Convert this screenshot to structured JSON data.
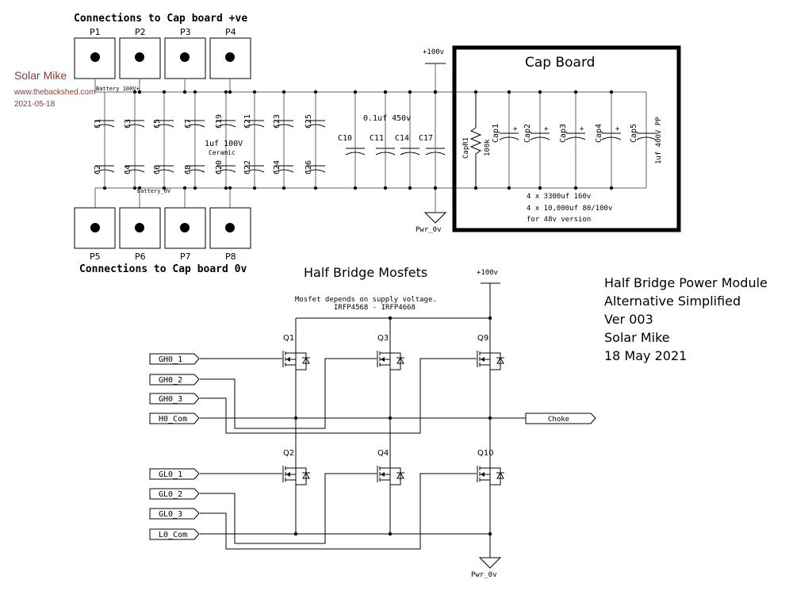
{
  "watermark": {
    "author": "Solar Mike",
    "site": "www.thebackshed.com",
    "date": "2021-05-18"
  },
  "connectors_top": {
    "title": "Connections to Cap board +ve",
    "labels": [
      "P1",
      "P2",
      "P3",
      "P4"
    ],
    "net": "Battery_100V+"
  },
  "connectors_bottom": {
    "title": "Connections to Cap board 0v",
    "labels": [
      "P5",
      "P6",
      "P7",
      "P8"
    ],
    "net": "Battery_0V"
  },
  "cap_bank": {
    "top_row": [
      "C1",
      "C3",
      "C5",
      "C7",
      "C19",
      "C21",
      "C23",
      "C25"
    ],
    "bottom_row": [
      "C2",
      "C4",
      "C6",
      "C8",
      "C20",
      "C22",
      "C24",
      "C26"
    ],
    "note_value": "1uf 100V",
    "note_type": "Ceramic"
  },
  "snubber_caps": {
    "labels": [
      "C10",
      "C11",
      "C14",
      "C17"
    ],
    "note": "0.1uf 450v"
  },
  "power": {
    "plus": "+100v",
    "ground": "Pwr_0v"
  },
  "cap_board": {
    "title": "Cap Board",
    "resistor": "CapR1",
    "resistor_value": "100k",
    "caps": [
      "Cap1",
      "Cap2",
      "Cap3",
      "Cap4",
      "Cap5"
    ],
    "cap5_value": "1uf 400V PP",
    "notes": [
      "4 x 3300uf 160v",
      "4 x 10,000uf 80/100v",
      "for 48v version"
    ]
  },
  "mosfets": {
    "title": "Half Bridge Mosfets",
    "note_line1": "Mosfet depends on supply voltage.",
    "note_line2": "IRFP4568 - IRFP4668",
    "high_side": [
      "Q1",
      "Q3",
      "Q9"
    ],
    "low_side": [
      "Q2",
      "Q4",
      "Q10"
    ],
    "high_inputs": [
      "GH0_1",
      "GH0_2",
      "GH0_3",
      "H0_Com"
    ],
    "low_inputs": [
      "GL0_1",
      "GL0_2",
      "GL0_3",
      "L0_Com"
    ],
    "output": "Choke"
  },
  "title_block": {
    "line1": "Half Bridge Power Module",
    "line2": "Alternative Simplified",
    "line3": "Ver 003",
    "line4": "Solar Mike",
    "line5": "18 May 2021"
  }
}
